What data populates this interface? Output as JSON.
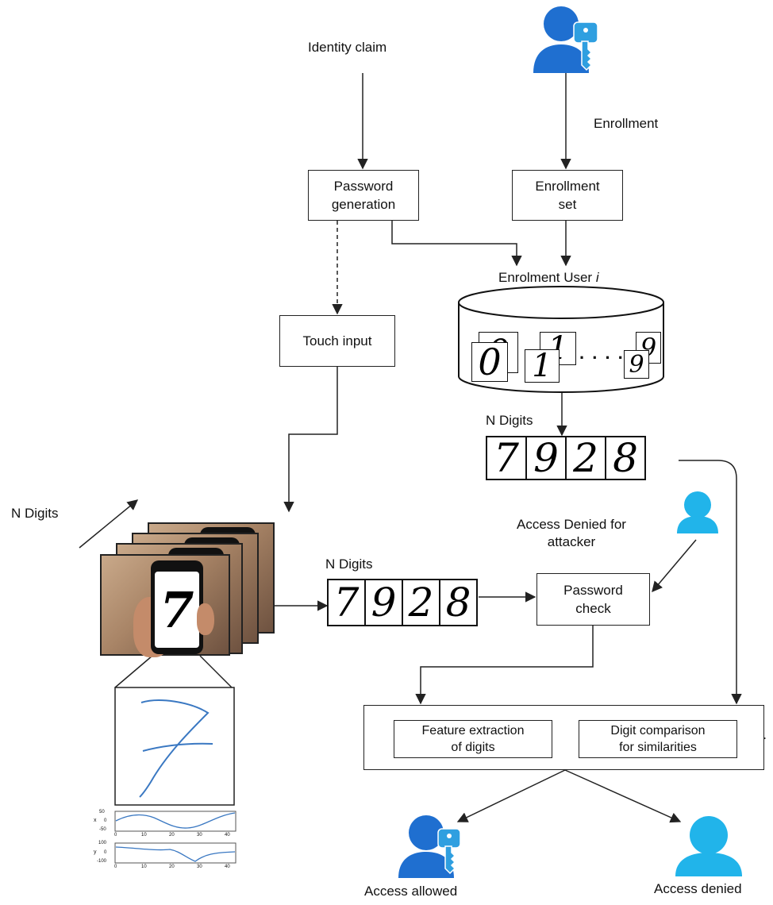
{
  "labels": {
    "identity_claim": "Identity claim",
    "enrollment": "Enrollment",
    "enrolment_user_prefix": "Enrolment User ",
    "enrolment_user_var": "i",
    "n_digits_left": "N Digits",
    "n_digits_mid": "N Digits",
    "n_digits_db": "N Digits",
    "access_denied_attacker": "Access Denied for\nattacker",
    "access_allowed": "Access allowed",
    "access_denied": "Access denied"
  },
  "boxes": {
    "password_generation": "Password\ngeneration",
    "enrollment_set": "Enrollment\nset",
    "touch_input": "Touch input",
    "password_check": "Password\ncheck",
    "feature_extraction": "Feature extraction\nof digits",
    "digit_comparison": "Digit comparison\nfor similarities"
  },
  "sequences": {
    "input_digits": [
      "7",
      "9",
      "2",
      "8"
    ],
    "stored_digits": [
      "7",
      "9",
      "2",
      "8"
    ],
    "photo_digit": "7"
  },
  "database": {
    "front_digits": [
      "0",
      "1",
      "9"
    ],
    "back_digits": [
      "0",
      "1",
      "9"
    ],
    "ellipsis": ". . . ."
  },
  "plots": {
    "x_ticks": [
      "0",
      "10",
      "20",
      "30",
      "40"
    ],
    "top_y_ticks": [
      "50",
      "0",
      "-50"
    ],
    "top_y_label": "x",
    "bottom_y_ticks": [
      "100",
      "0",
      "-100"
    ],
    "bottom_y_label": "y"
  },
  "colors": {
    "user_enrolled": "#1f6fd0",
    "user_guest": "#21b4ea",
    "stroke": "#3a78c2",
    "line": "#222222"
  },
  "icons": {
    "enrolled_user": "user-with-key-icon",
    "attacker": "user-icon",
    "allowed": "user-with-key-icon",
    "denied": "user-icon"
  }
}
